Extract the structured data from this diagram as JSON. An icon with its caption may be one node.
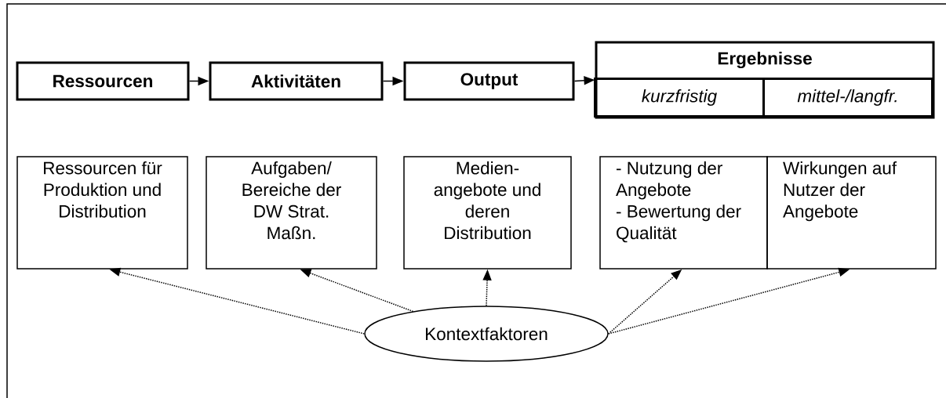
{
  "diagram": {
    "nodes": [
      {
        "text": [
          "Ressourcen"
        ]
      },
      {
        "text": [
          "Aktivitäten"
        ]
      },
      {
        "text": [
          "Output"
        ]
      },
      {
        "text": [
          "Ergebnisse"
        ]
      },
      {
        "text": [
          "kurzfristig"
        ],
        "in": 3
      },
      {
        "text": [
          "mittel-/langfr."
        ],
        "in": 3
      },
      {
        "text": [
          "Ressourcen für Produktion und Distribution"
        ]
      },
      {
        "text": [
          "Aufgaben/ Bereiche der DW Strat. Maßn."
        ]
      },
      {
        "text": [
          "Medien- angebote und deren Distribution"
        ]
      },
      {
        "text": [
          "- Nutzung der Angebote",
          "- Bewertung der Qualität"
        ]
      },
      {
        "text": [
          "Wirkungen auf Nutzer der Angebote"
        ]
      },
      {
        "text": [
          "Kontextfaktoren"
        ]
      }
    ],
    "edges": [
      {
        "from": 0,
        "to": 1,
        "arrow": "to"
      },
      {
        "from": 1,
        "to": 2,
        "arrow": "to"
      },
      {
        "from": 2,
        "to": 3,
        "arrow": "to"
      },
      {
        "from": 11,
        "to": 6,
        "arrow": "to",
        "style": "dashed"
      },
      {
        "from": 11,
        "to": 7,
        "arrow": "to",
        "style": "dashed"
      },
      {
        "from": 11,
        "to": 8,
        "arrow": "to",
        "style": "dashed"
      },
      {
        "from": 11,
        "to": 9,
        "arrow": "to",
        "style": "dashed"
      },
      {
        "from": 11,
        "to": 10,
        "arrow": "to",
        "style": "dashed"
      }
    ]
  }
}
